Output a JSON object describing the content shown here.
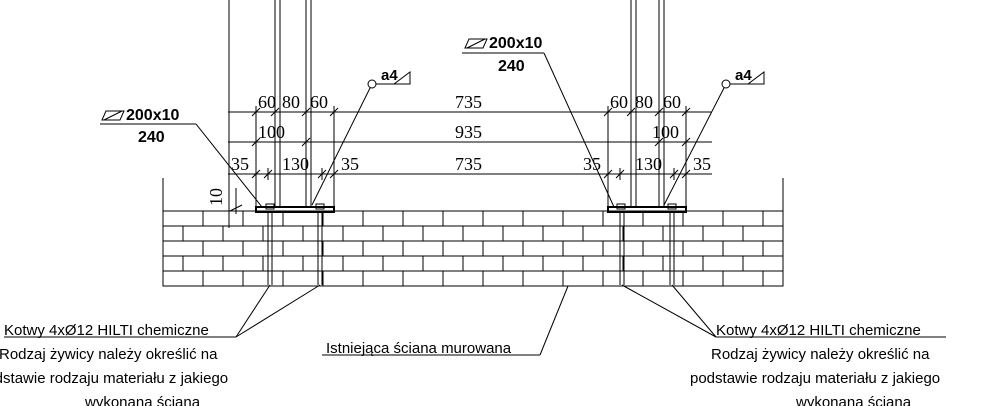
{
  "plate_left": {
    "size": "200x10",
    "length": "240"
  },
  "plate_right": {
    "size": "200x10",
    "length": "240"
  },
  "weld_left": "a4",
  "weld_right": "a4",
  "dims_row1": {
    "left": [
      "60",
      "80",
      "60"
    ],
    "mid": "735",
    "right": [
      "60",
      "80",
      "60"
    ]
  },
  "dims_row2": {
    "left": "100",
    "mid": "935",
    "right": "100"
  },
  "dims_row3": {
    "left": [
      "35",
      "130",
      "35"
    ],
    "mid": "735",
    "right": [
      "35",
      "130",
      "35"
    ]
  },
  "dim_vertical": "10",
  "anchor_note_left": {
    "line1": "Kotwy 4xØ12 HILTI chemiczne",
    "line2": "Rodzaj żywicy należy określić na",
    "line3": "podstawie rodzaju materiału z jakiego",
    "line4": "wykonana ściana"
  },
  "anchor_note_right": {
    "line1": "Kotwy 4xØ12 HILTI chemiczne",
    "line2": "Rodzaj żywicy należy określić na",
    "line3": "podstawie rodzaju materiału z jakiego",
    "line4": "wykonana ściana"
  },
  "wall_label": "Istniejąca ściana murowana"
}
